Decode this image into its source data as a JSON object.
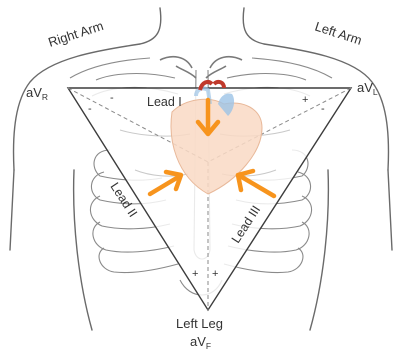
{
  "labels": {
    "right_arm": "Right Arm",
    "left_arm": "Left Arm",
    "left_leg": "Left Leg",
    "avr_main": "aV",
    "avr_sub": "R",
    "avl_main": "aV",
    "avl_sub": "L",
    "avf_main": "aV",
    "avf_sub": "F",
    "lead_1": "Lead I",
    "lead_2": "Lead II",
    "lead_3": "Lead III"
  },
  "polarity": {
    "lead_1_negative": "-",
    "lead_1_positive": "+",
    "lead_2_negative": "-",
    "lead_2_positive": "+",
    "lead_3_negative": "-",
    "lead_3_positive": "+"
  },
  "colors": {
    "arrow": "#f7941d",
    "heart_fill": "#f9d9c4",
    "heart_vessel_red": "#c0392b",
    "heart_vessel_blue": "#9cc3e6",
    "outline": "#4a4a4a",
    "skeleton": "#8a8a8a",
    "triangle_fill": "#ffffff"
  },
  "icons": {
    "torso": "torso-outline-icon",
    "ribcage": "ribcage-icon",
    "heart": "heart-icon"
  }
}
